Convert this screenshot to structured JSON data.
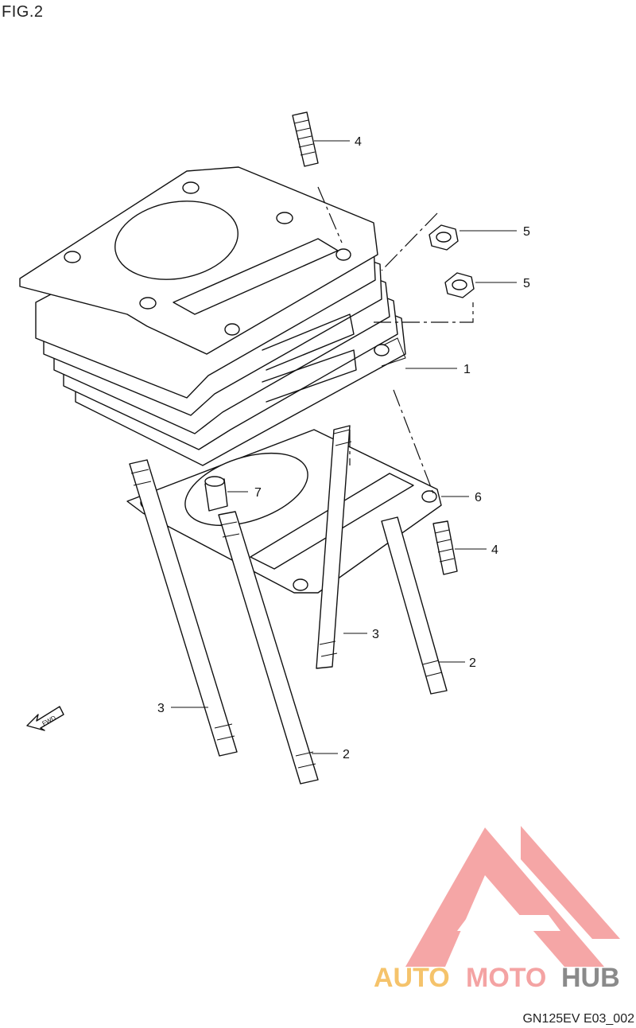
{
  "figure": {
    "title": "FIG.2",
    "document_code": "GN125EV E03_002"
  },
  "callouts": {
    "cylinder": "1",
    "stud_long_a": "2",
    "stud_long_b": "2",
    "stud_mid_a": "3",
    "stud_mid_b": "3",
    "stud_short_a": "4",
    "stud_short_b": "4",
    "nut_a": "5",
    "nut_b": "5",
    "gasket": "6",
    "dowel_pin": "7"
  },
  "direction_marker": "FWD",
  "watermark": {
    "part1": "AUTO",
    "part2": "MOTO",
    "part3": "HUB",
    "color_part1": "#f5c36b",
    "color_part2": "#f4a3a3",
    "color_part3": "#8a8a8a",
    "logo_color": "#f28b8b"
  }
}
